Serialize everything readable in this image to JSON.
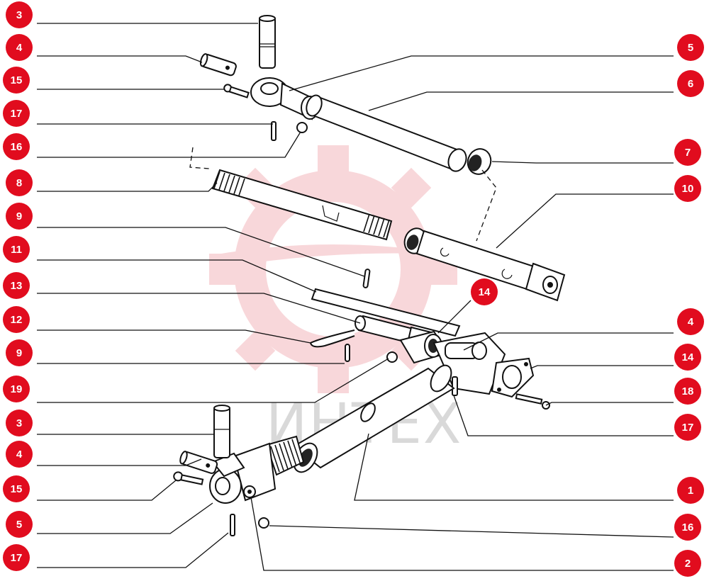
{
  "diagram": {
    "watermark": {
      "text": "ИНТЕХ",
      "color": "#d9d9d9",
      "emblem_color": "#f4b8bd"
    },
    "badge_color": "#e10c1e",
    "callouts_left": [
      {
        "id": "L1",
        "label": "3"
      },
      {
        "id": "L2",
        "label": "4"
      },
      {
        "id": "L3",
        "label": "15"
      },
      {
        "id": "L4",
        "label": "17"
      },
      {
        "id": "L5",
        "label": "16"
      },
      {
        "id": "L6",
        "label": "8"
      },
      {
        "id": "L7",
        "label": "9"
      },
      {
        "id": "L8",
        "label": "11"
      },
      {
        "id": "L9",
        "label": "13"
      },
      {
        "id": "L10",
        "label": "12"
      },
      {
        "id": "L11",
        "label": "9"
      },
      {
        "id": "L12",
        "label": "19"
      },
      {
        "id": "L13",
        "label": "3"
      },
      {
        "id": "L14",
        "label": "4"
      },
      {
        "id": "L15",
        "label": "15"
      },
      {
        "id": "L16",
        "label": "5"
      },
      {
        "id": "L17",
        "label": "17"
      }
    ],
    "callouts_right": [
      {
        "id": "R1",
        "label": "5"
      },
      {
        "id": "R2",
        "label": "6"
      },
      {
        "id": "R3",
        "label": "7"
      },
      {
        "id": "R4",
        "label": "10"
      },
      {
        "id": "R5",
        "label": "4"
      },
      {
        "id": "R6",
        "label": "14"
      },
      {
        "id": "R7",
        "label": "18"
      },
      {
        "id": "R8",
        "label": "17"
      },
      {
        "id": "R9",
        "label": "1"
      },
      {
        "id": "R10",
        "label": "16"
      },
      {
        "id": "R11",
        "label": "2"
      }
    ],
    "callouts_inner": [
      {
        "id": "C1",
        "label": "14"
      }
    ]
  }
}
